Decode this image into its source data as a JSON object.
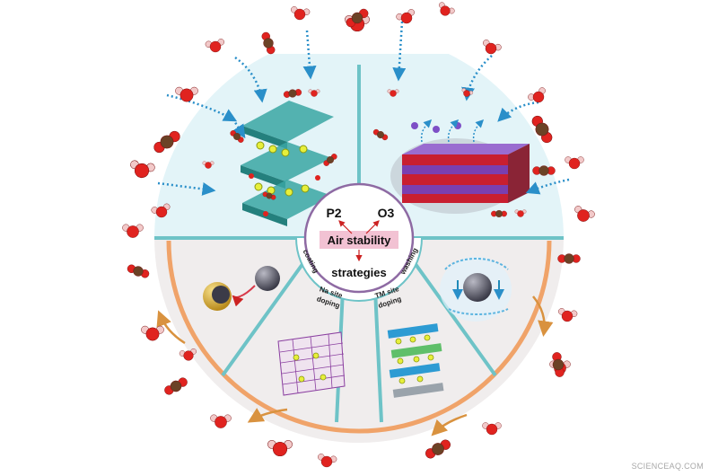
{
  "center": {
    "p2": "P2",
    "o3": "O3",
    "title": "Air stability",
    "subtitle": "strategies"
  },
  "strategies": {
    "coating": "coating",
    "na_site_1": "Na site",
    "na_site_2": "doping",
    "tm_site_1": "TM site",
    "tm_site_2": "doping",
    "washing": "washing"
  },
  "watermark": "SCIENCEAQ.COM",
  "colors": {
    "upper_fill": "#e3f4f8",
    "lower_fill": "#f0eded",
    "divider": "#6ec3c7",
    "rim_orange": "#f08a3c",
    "accent_pink": "#f2c2d3",
    "oxygen": "#e0231f",
    "carbon": "#6b4226",
    "hydrogen": "#f2c9c9"
  }
}
